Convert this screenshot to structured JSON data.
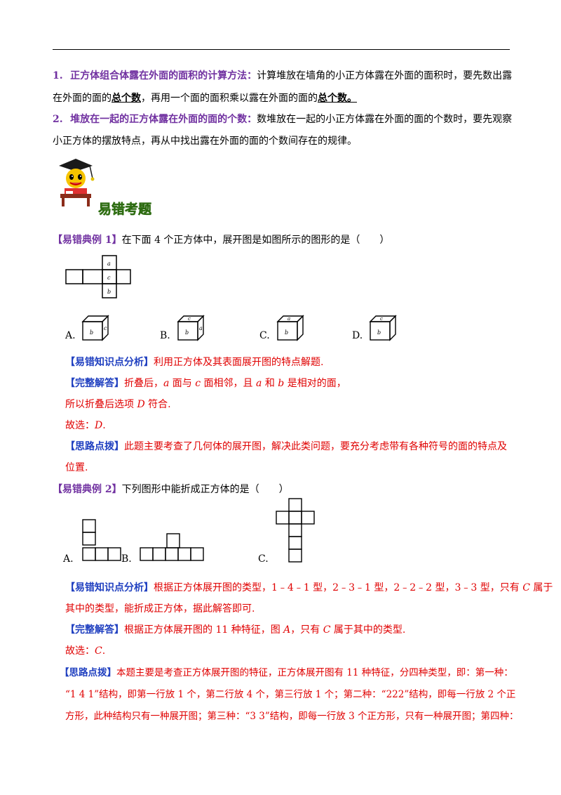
{
  "header_rule": true,
  "points": [
    {
      "num": "1.",
      "title": "正方体组合体露在外面的面积的计算方法：",
      "body1": "计算堆放在墙角的小正方体露在外面的面积时，要先数出露",
      "body2a": "在外面的面的",
      "em1": "总个数",
      "body2b": "，再用一个面的面积乘以露在外面的面的",
      "em2": "总个数。"
    },
    {
      "num": "2.",
      "title": "堆放在一起的正方体露在外面的面的个数：",
      "body1": "数堆放在一起的小正方体露在外面的面的个数时，要先观察",
      "body2": "小正方体的摆放特点，再从中找出露在外面的面的个数间存在的规律。"
    }
  ],
  "banner": {
    "text": "易错考题"
  },
  "example1": {
    "tag": "【易错典例 1】",
    "question": "在下面 4 个正方体中，展开图是如图所示的图形的是（　　）",
    "net_labels": [
      "a",
      "c",
      "b"
    ],
    "options": [
      {
        "label": "A.",
        "faces": [
          "b",
          "c"
        ]
      },
      {
        "label": "B.",
        "faces": [
          "c",
          "a",
          "b"
        ]
      },
      {
        "label": "C.",
        "faces": [
          "a",
          "b"
        ]
      },
      {
        "label": "D.",
        "faces": [
          "c",
          "b"
        ]
      }
    ],
    "analysis_tag": "【易错知识点分析】",
    "analysis": "利用正方体及其表面展开图的特点解题.",
    "solution_tag": "【完整解答】",
    "solution_1a": "折叠后，",
    "solution_1b": "a",
    "solution_1c": " 面与 ",
    "solution_1d": "c",
    "solution_1e": " 面相邻，且 ",
    "solution_1f": "a",
    "solution_1g": " 和 ",
    "solution_1h": "b",
    "solution_1i": " 是相对的面，",
    "solution_2a": "所以折叠后选项 ",
    "solution_2b": "D",
    "solution_2c": " 符合.",
    "choice_a": "故选：",
    "choice_b": "D",
    "choice_c": ".",
    "tip_tag": "【思路点拨】",
    "tip_1": "此题主要考查了几何体的展开图，解决此类问题，要充分考虑带有各种符号的面的特点及",
    "tip_2": "位置."
  },
  "example2": {
    "tag": "【易错典例 2】",
    "question": "下列图形中能折成正方体的是（　　）",
    "options": [
      "A.",
      "B.",
      "C."
    ],
    "analysis_tag": "【易错知识点分析】",
    "analysis_1a": "根据正方体展开图的类型，1﹣4﹣1 型，2﹣3﹣1 型，2﹣2﹣2 型，3﹣3 型，只有 ",
    "analysis_1b": "C",
    "analysis_1c": " 属于",
    "analysis_2": "其中的类型，能折成正方体，据此解答即可.",
    "solution_tag": "【完整解答】",
    "solution_a": "根据正方体展开图的 11 种特征，图 ",
    "solution_b": "A",
    "solution_c": "，只有 ",
    "solution_d": "C",
    "solution_e": " 属于其中的类型.",
    "choice_a": "故选：",
    "choice_b": "C",
    "choice_c": ".",
    "tip_tag": "【思路点拨】",
    "tip_1": "本题主要是考查正方体展开图的特征，正方体展开图有 11 种特征，分四种类型，即：第一种：",
    "tip_2": "“1 4 1”结构，即第一行放 1 个，第二行放 4 个，第三行放 1 个；第二种：“222”结构，即每一行放 2 个正",
    "tip_3": "方形，此种结构只有一种展开图；第三种：“3 3”结构，即每一行放 3 个正方形，只有一种展开图；第四种："
  }
}
